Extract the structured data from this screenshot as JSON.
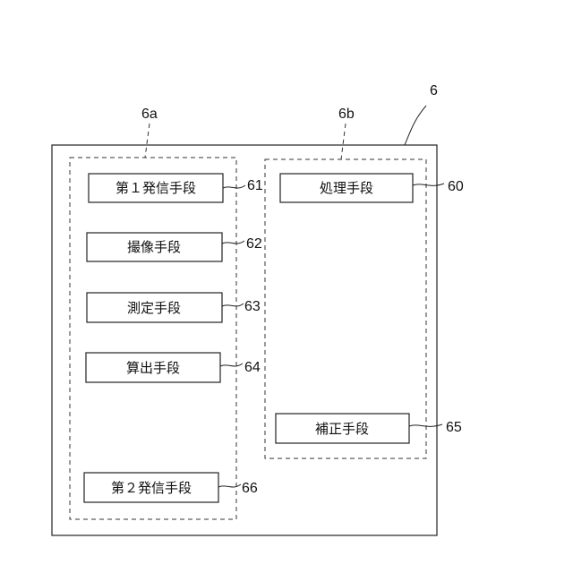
{
  "device": {
    "ref": "6"
  },
  "group_a": {
    "ref": "6a",
    "items": [
      {
        "label": "第１発信手段",
        "ref": "61"
      },
      {
        "label": "撮像手段",
        "ref": "62"
      },
      {
        "label": "測定手段",
        "ref": "63"
      },
      {
        "label": "算出手段",
        "ref": "64"
      },
      {
        "label": "第２発信手段",
        "ref": "66"
      }
    ]
  },
  "group_b": {
    "ref": "6b",
    "items": [
      {
        "label": "処理手段",
        "ref": "60"
      },
      {
        "label": "補正手段",
        "ref": "65"
      }
    ]
  }
}
